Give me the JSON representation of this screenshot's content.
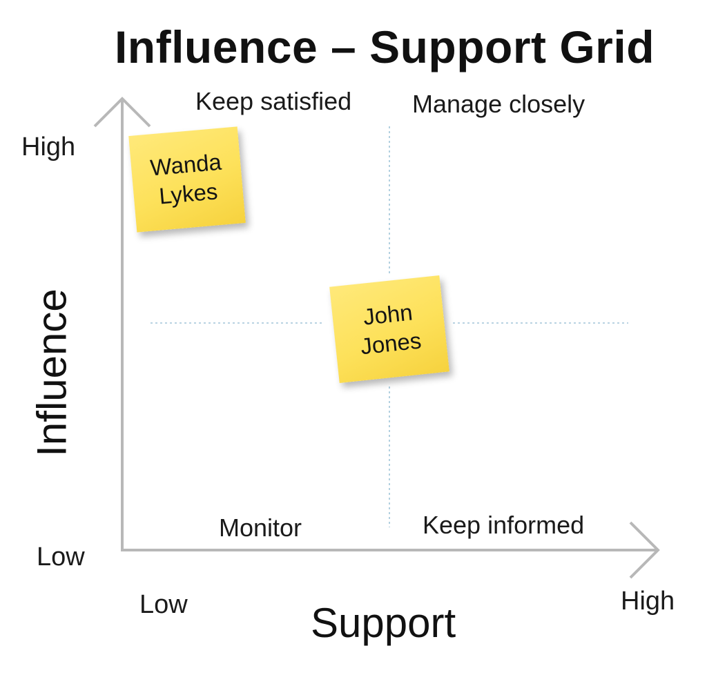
{
  "title": "Influence – Support Grid",
  "quadrants": {
    "top_left": "Keep satisfied",
    "top_right": "Manage closely",
    "bottom_left": "Monitor",
    "bottom_right": "Keep informed"
  },
  "y_axis": {
    "label": "Influence",
    "high": "High",
    "low": "Low"
  },
  "x_axis": {
    "label": "Support",
    "low": "Low",
    "high": "High"
  },
  "sticky_notes": [
    {
      "name": "Wanda\nLykes",
      "quadrant": "Keep satisfied"
    },
    {
      "name": "John\nJones",
      "quadrant": "center"
    }
  ],
  "colors": {
    "sticky_note": "#fde15a",
    "axis": "#b8b8b8",
    "divider": "#9fc4d8"
  }
}
